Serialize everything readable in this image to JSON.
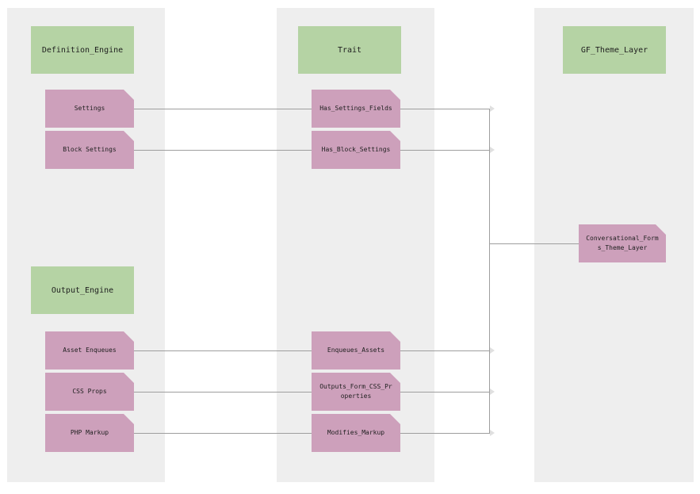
{
  "diagram": {
    "kind": "trait-relationship diagram",
    "colors": {
      "page_bg": "#ffffff",
      "cluster_bg": "#eeeeee",
      "header_fill": "#b5d3a4",
      "node_fill": "#cda0bb",
      "edge_color": "#9e9e9e",
      "text_color": "#1f1f1f"
    },
    "headers": {
      "definition_engine": "Definition_Engine",
      "trait": "Trait",
      "gf_theme_layer": "GF_Theme_Layer",
      "output_engine": "Output_Engine"
    },
    "nodes": {
      "settings": "Settings",
      "block_settings": "Block Settings",
      "asset_enqueues": "Asset Enqueues",
      "css_props": "CSS Props",
      "php_markup": "PHP Markup",
      "has_settings_fields": "Has_Settings_Fields",
      "has_block_settings": "Has_Block_Settings",
      "enqueues_assets": "Enqueues_Assets",
      "outputs_form_css_properties": "Outputs_Form_CSS_Properties",
      "modifies_markup": "Modifies_Markup",
      "conversational_forms_theme_layer": "Conversational_Forms_Theme_Layer"
    },
    "edges": [
      {
        "from": "Settings",
        "to": "Has_Settings_Fields"
      },
      {
        "from": "Block Settings",
        "to": "Has_Block_Settings"
      },
      {
        "from": "Asset Enqueues",
        "to": "Enqueues_Assets"
      },
      {
        "from": "CSS Props",
        "to": "Outputs_Form_CSS_Properties"
      },
      {
        "from": "PHP Markup",
        "to": "Modifies_Markup"
      },
      {
        "from": "Has_Settings_Fields",
        "to": "Conversational_Forms_Theme_Layer"
      },
      {
        "from": "Has_Block_Settings",
        "to": "Conversational_Forms_Theme_Layer"
      },
      {
        "from": "Enqueues_Assets",
        "to": "Conversational_Forms_Theme_Layer"
      },
      {
        "from": "Outputs_Form_CSS_Properties",
        "to": "Conversational_Forms_Theme_Layer"
      },
      {
        "from": "Modifies_Markup",
        "to": "Conversational_Forms_Theme_Layer"
      }
    ]
  }
}
